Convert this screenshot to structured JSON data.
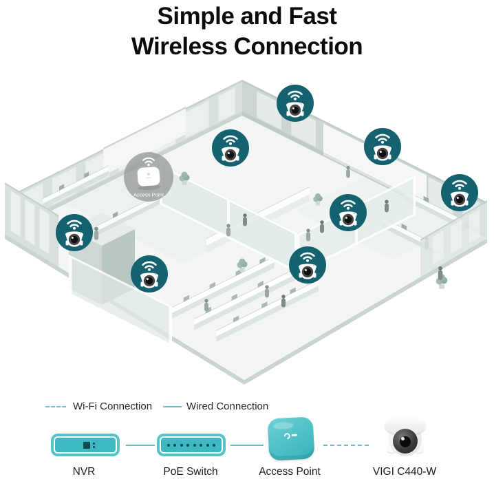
{
  "title": {
    "line1": "Simple and Fast",
    "line2": "Wireless Connection"
  },
  "floorplan": {
    "access_point_label": "Access Point",
    "camera_marker_count": 8,
    "marker_icons": [
      "wifi-icon",
      "turret-camera-icon"
    ],
    "scene": "isometric office floor with desks, meeting rooms, reception and people"
  },
  "legend": {
    "line_types": [
      {
        "label": "Wi-Fi Connection",
        "style": "dashed"
      },
      {
        "label": "Wired Connection",
        "style": "solid"
      }
    ],
    "devices": [
      {
        "label": "NVR",
        "icon": "nvr-icon"
      },
      {
        "label": "PoE Switch",
        "icon": "poe-switch-icon"
      },
      {
        "label": "Access Point",
        "icon": "access-point-icon"
      },
      {
        "label": "VIGI C440-W",
        "icon": "turret-camera-icon"
      }
    ],
    "chain_connections": [
      "wired",
      "wired",
      "wifi"
    ]
  },
  "colors": {
    "marker_teal": "#14616F",
    "device_teal": "#4FC1C7",
    "connection_teal": "#5FC4CA",
    "ap_circle_gray": "#969C9A"
  }
}
